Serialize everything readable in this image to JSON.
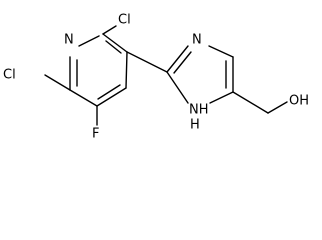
{
  "molecule": {
    "atoms": {
      "n_pyridine": "N",
      "cl_top": "Cl",
      "cl_left": "Cl",
      "f": "F",
      "n_imidazole": "N",
      "nh_imidazole": "NH",
      "h_imidazole": "H",
      "oh": "OH"
    }
  }
}
